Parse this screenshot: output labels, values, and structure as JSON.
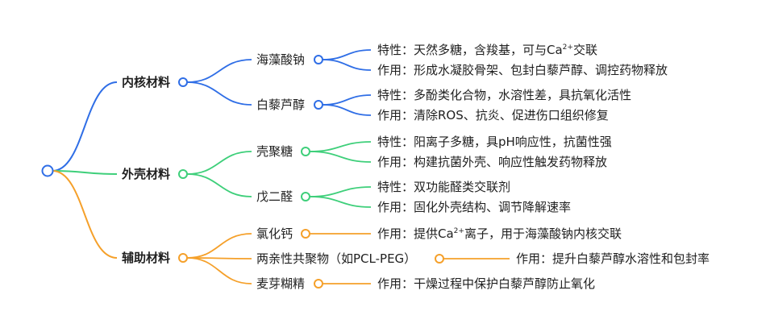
{
  "colors": {
    "blue": "#2f6ee6",
    "green": "#3ecf7a",
    "orange": "#f5a02a",
    "root": "#2f6ee6"
  },
  "root": {
    "label": ""
  },
  "branches": [
    {
      "label": "内核材料",
      "color": "#2f6ee6",
      "children": [
        {
          "label": "海藻酸钠",
          "leaves": [
            {
              "prefix": "特性：天然多糖，含羧基，可与Ca",
              "sup": "2+",
              "suffix": "交联"
            },
            {
              "prefix": "作用：形成水凝胶骨架、包封白藜芦醇、调控药物释放",
              "sup": "",
              "suffix": ""
            }
          ]
        },
        {
          "label": "白藜芦醇",
          "leaves": [
            {
              "prefix": "特性：多酚类化合物，水溶性差，具抗氧化活性",
              "sup": "",
              "suffix": ""
            },
            {
              "prefix": "作用：清除ROS、抗炎、促进伤口组织修复",
              "sup": "",
              "suffix": ""
            }
          ]
        }
      ]
    },
    {
      "label": "外壳材料",
      "color": "#3ecf7a",
      "children": [
        {
          "label": "壳聚糖",
          "leaves": [
            {
              "prefix": "特性：阳离子多糖，具pH响应性，抗菌性强",
              "sup": "",
              "suffix": ""
            },
            {
              "prefix": "作用：构建抗菌外壳、响应性触发药物释放",
              "sup": "",
              "suffix": ""
            }
          ]
        },
        {
          "label": "戊二醛",
          "leaves": [
            {
              "prefix": "特性：双功能醛类交联剂",
              "sup": "",
              "suffix": ""
            },
            {
              "prefix": "作用：固化外壳结构、调节降解速率",
              "sup": "",
              "suffix": ""
            }
          ]
        }
      ]
    },
    {
      "label": "辅助材料",
      "color": "#f5a02a",
      "children": [
        {
          "label": "氯化钙",
          "leaves": [
            {
              "prefix": "作用：提供Ca",
              "sup": "2+",
              "suffix": "离子，用于海藻酸钠内核交联"
            }
          ]
        },
        {
          "label": "两亲性共聚物（如PCL-PEG）",
          "leaves": [
            {
              "prefix": "作用：提升白藜芦醇水溶性和包封率",
              "sup": "",
              "suffix": ""
            }
          ]
        },
        {
          "label": "麦芽糊精",
          "leaves": [
            {
              "prefix": "作用：干燥过程中保护白藜芦醇防止氧化",
              "sup": "",
              "suffix": ""
            }
          ]
        }
      ]
    }
  ]
}
